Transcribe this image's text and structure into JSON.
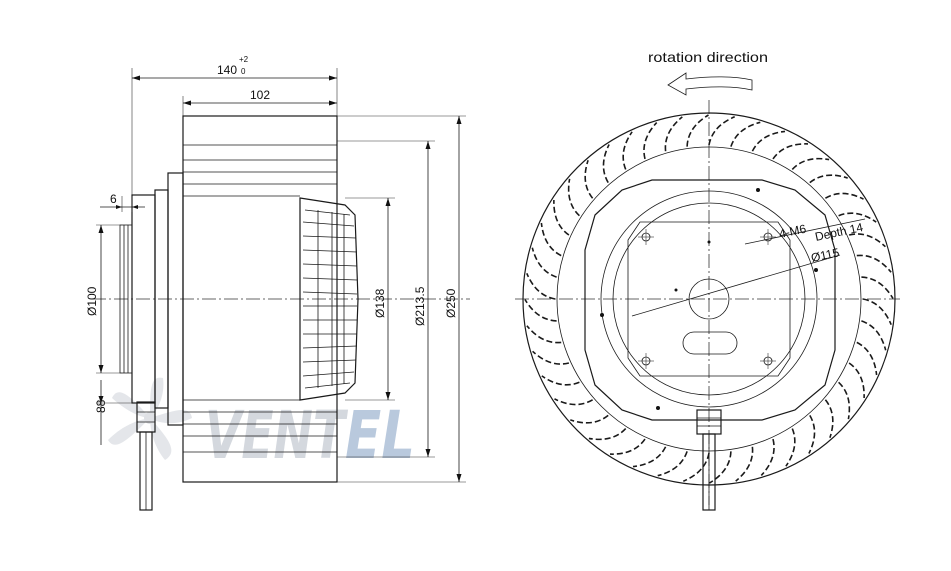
{
  "side_view": {
    "dim_overall_length": "140",
    "dim_overall_tol_upper": "+2",
    "dim_overall_tol_lower": "0",
    "dim_wheel_width": "102",
    "dim_flange": "6",
    "dim_d100": "Ø100",
    "dim_88": "88",
    "dim_d138": "Ø138",
    "dim_d213": "Ø213.5",
    "dim_d250": "Ø250"
  },
  "front_view": {
    "rotation_label": "rotation direction",
    "holes_label": "4-M6",
    "depth_label": "Depth 14",
    "pcd_label": "Ø115"
  },
  "watermark": {
    "text_main": "VENT",
    "text_accent": "EL"
  },
  "colors": {
    "line": "#1a1a1a",
    "watermark_gray": "#d4d8de",
    "watermark_blue": "#b9c9dd"
  }
}
